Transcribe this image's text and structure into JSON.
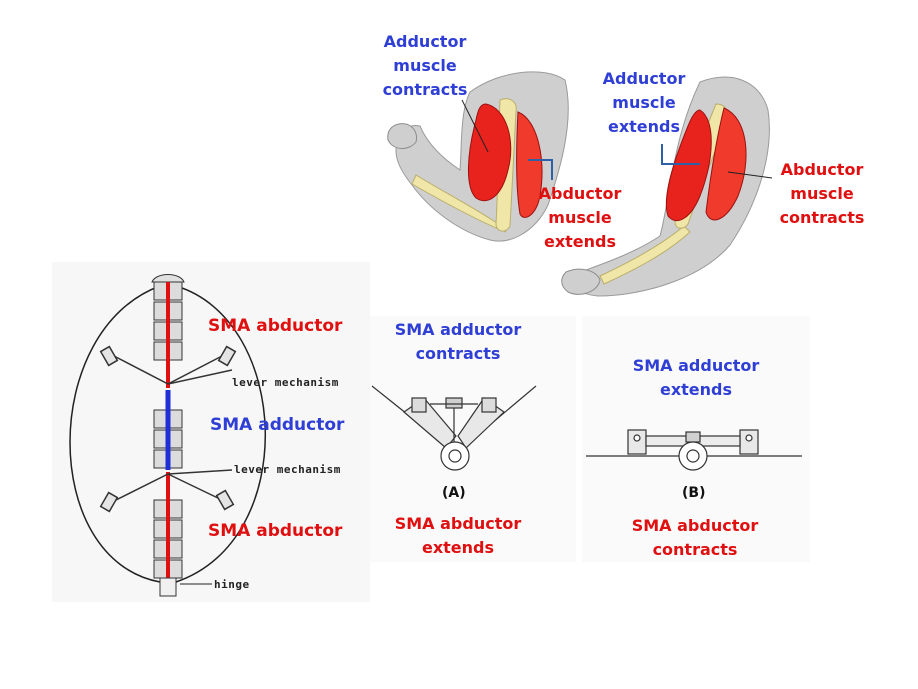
{
  "arm_left": {
    "top_label": [
      "Adductor",
      "muscle",
      "contracts"
    ],
    "side_label": [
      "Abductor",
      "muscle",
      "extends"
    ]
  },
  "arm_right": {
    "top_label": [
      "Adductor",
      "muscle",
      "extends"
    ],
    "side_label": [
      "Abductor",
      "muscle",
      "contracts"
    ]
  },
  "device": {
    "sma_abductor_top": "SMA abductor",
    "sma_adductor": "SMA adductor",
    "sma_abductor_bottom": "SMA abductor",
    "lever_top": "lever mechanism",
    "lever_bottom": "lever mechanism",
    "hinge": "hinge"
  },
  "panel_a": {
    "top_label": [
      "SMA adductor",
      "contracts"
    ],
    "caption": "(A)",
    "bottom_label": [
      "SMA abductor",
      "extends"
    ]
  },
  "panel_b": {
    "top_label": [
      "SMA adductor",
      "extends"
    ],
    "caption": "(B)",
    "bottom_label": [
      "SMA abductor",
      "contracts"
    ]
  },
  "colors": {
    "adductor": "#2f3fd6",
    "abductor": "#e01010",
    "muscle": "#e8231e",
    "bone": "#efe6a8",
    "skin": "#cfcfcf"
  }
}
